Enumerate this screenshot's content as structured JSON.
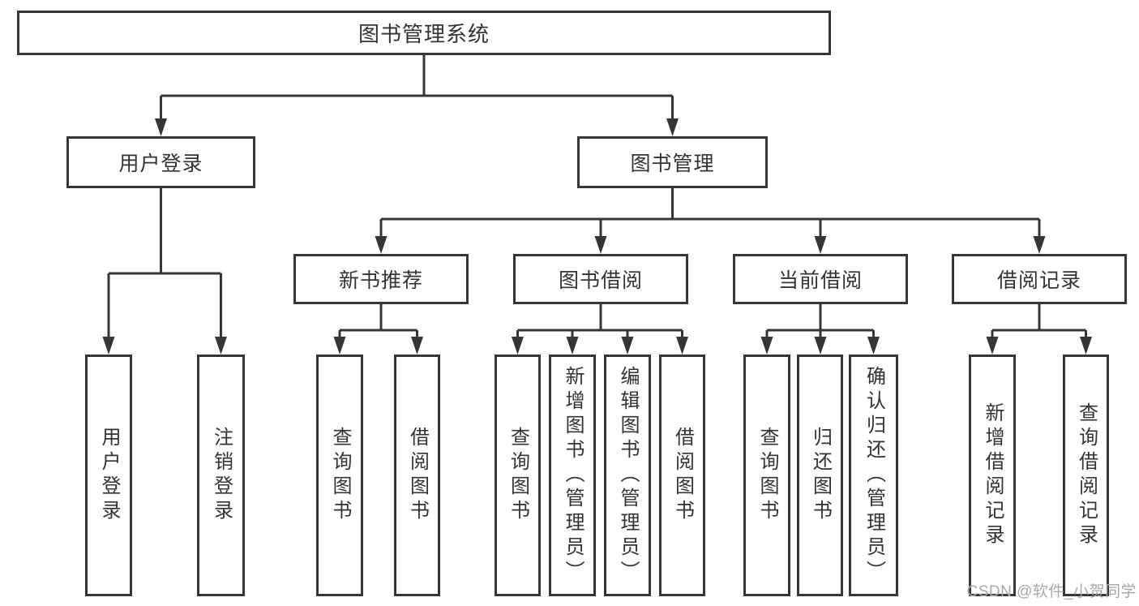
{
  "diagram": {
    "root": "图书管理系统",
    "level2": {
      "user_login": "用户登录",
      "book_mgmt": "图书管理"
    },
    "level3": {
      "new_books": "新书推荐",
      "book_borrow": "图书借阅",
      "current_borrow": "当前借阅",
      "borrow_records": "借阅记录"
    },
    "leaves": {
      "user_login": "用户登录",
      "logout": "注销登录",
      "nb_query": "查询图书",
      "nb_borrow": "借阅图书",
      "bb_query": "查询图书",
      "bb_add": "新增图书（管理员）",
      "bb_edit": "编辑图书（管理员）",
      "bb_borrow": "借阅图书",
      "cb_query": "查询图书",
      "cb_return": "归还图书",
      "cb_confirm": "确认归还（管理员）",
      "br_add": "新增借阅记录",
      "br_query": "查询借阅记录"
    }
  },
  "watermark": "CSDN @软件_小贺同学",
  "colors": {
    "line": "#363636",
    "box_border": "#363636",
    "text": "#333333",
    "box_background": "#ffffff",
    "page_background": "#ffffff",
    "watermark": "#a8a8ac"
  }
}
